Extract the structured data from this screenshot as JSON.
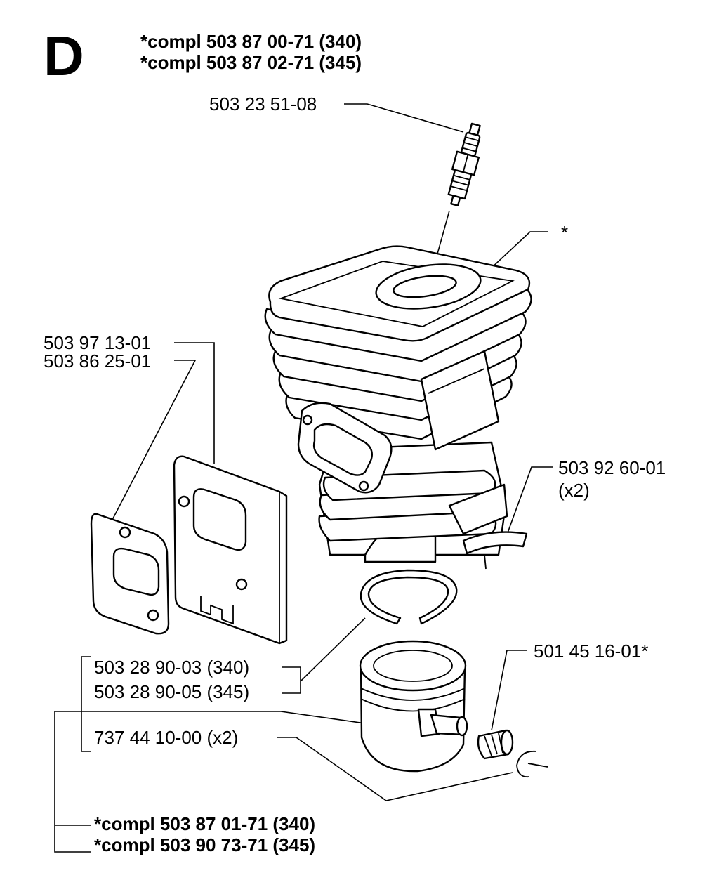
{
  "section_letter": "D",
  "header": {
    "line1": "*compl 503 87 00-71 (340)",
    "line2": "*compl 503 87 02-71 (345)"
  },
  "labels": {
    "spark_plug": "503 23 51-08",
    "cylinder": "*",
    "muffler_gasket_1": "503 97 13-01",
    "muffler_gasket_2": "503 86 25-01",
    "transfer_cover": "503 92 60-01",
    "transfer_cover_qty": "(x2)",
    "needle_bearing": "501 45 16-01*",
    "piston_340": "503 28 90-03 (340)",
    "piston_345": "503 28 90-05 (345)",
    "circlip": "737 44 10-00 (x2)"
  },
  "footer": {
    "line1": "*compl 503 87 01-71 (340)",
    "line2": "*compl 503 90 73-71 (345)"
  }
}
